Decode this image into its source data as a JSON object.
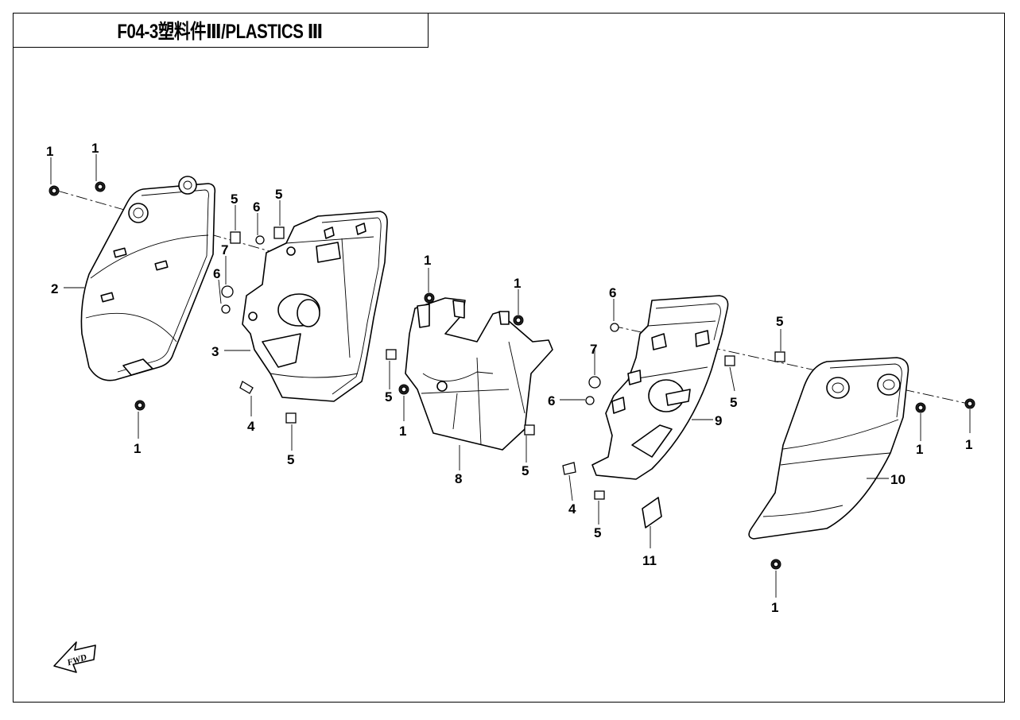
{
  "title": "F04-3塑料件Ⅲ/PLASTICS Ⅲ",
  "fwd_label": "FWD",
  "callouts": [
    {
      "id": "c1a",
      "text": "1"
    },
    {
      "id": "c1b",
      "text": "1"
    },
    {
      "id": "c1c",
      "text": "1"
    },
    {
      "id": "c1d",
      "text": "1"
    },
    {
      "id": "c1e",
      "text": "1"
    },
    {
      "id": "c1f",
      "text": "1"
    },
    {
      "id": "c1g",
      "text": "1"
    },
    {
      "id": "c1h",
      "text": "1"
    },
    {
      "id": "c1i",
      "text": "1"
    },
    {
      "id": "c2",
      "text": "2"
    },
    {
      "id": "c3",
      "text": "3"
    },
    {
      "id": "c4a",
      "text": "4"
    },
    {
      "id": "c4b",
      "text": "4"
    },
    {
      "id": "c5a",
      "text": "5"
    },
    {
      "id": "c5b",
      "text": "5"
    },
    {
      "id": "c5c",
      "text": "5"
    },
    {
      "id": "c5d",
      "text": "5"
    },
    {
      "id": "c5e",
      "text": "5"
    },
    {
      "id": "c5f",
      "text": "5"
    },
    {
      "id": "c5g",
      "text": "5"
    },
    {
      "id": "c5h",
      "text": "5"
    },
    {
      "id": "c6a",
      "text": "6"
    },
    {
      "id": "c6b",
      "text": "6"
    },
    {
      "id": "c6c",
      "text": "6"
    },
    {
      "id": "c6d",
      "text": "6"
    },
    {
      "id": "c7a",
      "text": "7"
    },
    {
      "id": "c7b",
      "text": "7"
    },
    {
      "id": "c8",
      "text": "8"
    },
    {
      "id": "c9",
      "text": "9"
    },
    {
      "id": "c10",
      "text": "10"
    },
    {
      "id": "c11",
      "text": "11"
    }
  ]
}
